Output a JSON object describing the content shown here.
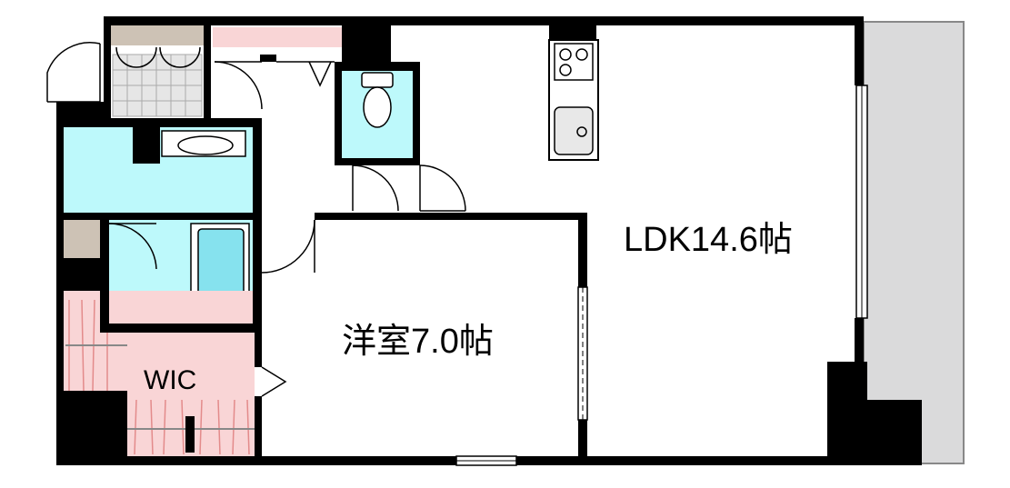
{
  "rooms": {
    "ldk": {
      "label": "LDK14.6帖"
    },
    "western": {
      "label": "洋室7.0帖"
    },
    "wic": {
      "label": "WIC"
    }
  },
  "colors": {
    "wall": "#000000",
    "wet_area": "#bdf9fb",
    "storage_pink": "#f9d5d6",
    "entrance_tan": "#cdc2b5",
    "balcony": "#dadadb",
    "floor": "#ffffff",
    "bath_tub": "#86e2ee"
  },
  "icons": [
    "door-swing-icon",
    "toilet-icon",
    "stove-icon",
    "sink-icon",
    "washbasin-icon",
    "bathtub-icon",
    "clothes-rail-icon"
  ]
}
